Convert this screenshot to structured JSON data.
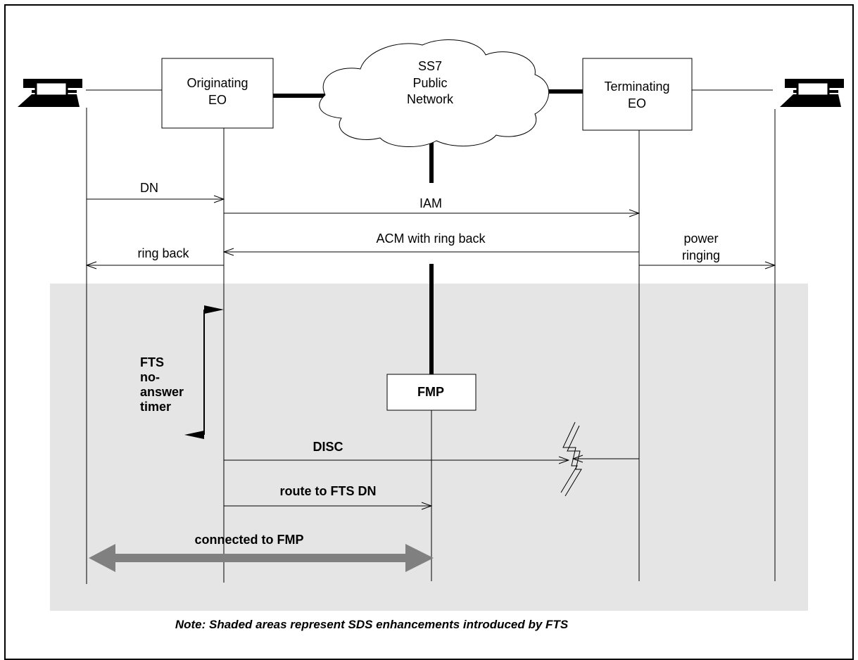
{
  "nodes": {
    "originating_eo": [
      "Originating",
      "EO"
    ],
    "network": [
      "SS7",
      "Public",
      "Network"
    ],
    "terminating_eo": [
      "Terminating",
      "EO"
    ],
    "fmp": "FMP"
  },
  "messages": {
    "dn": "DN",
    "iam": "IAM",
    "acm": "ACM with ring back",
    "ring_back": "ring back",
    "power_ringing": [
      "power",
      "ringing"
    ],
    "disc": "DISC",
    "route_to_fts": "route to FTS DN",
    "connected_to_fmp": "connected to FMP"
  },
  "timer": [
    "FTS",
    "no-",
    "answer",
    "timer"
  ],
  "note": "Note: Shaded areas represent SDS enhancements introduced by FTS",
  "colors": {
    "shaded_area": "#e5e5e5",
    "connection_arrow": "#808080",
    "line": "#000000"
  }
}
